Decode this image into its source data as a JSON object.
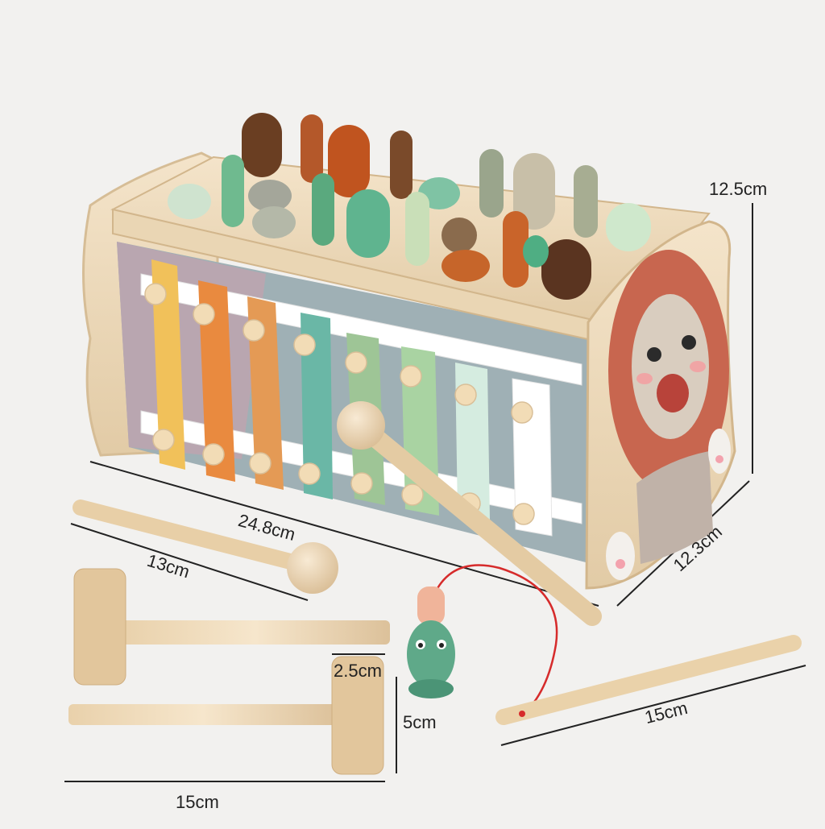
{
  "dimensions": {
    "height": "12.5cm",
    "length": "24.8cm",
    "depth": "12.3cm",
    "stick_mallet": "13cm",
    "hammer_head": "2.5cm",
    "fish_height": "5cm",
    "hammer_length": "15cm",
    "rod_length": "15cm"
  },
  "colors": {
    "background": "#f2f1ef",
    "wood": "#f1e0c4",
    "wood_dark": "#dcc49e",
    "lion_mane": "#c8664f",
    "string": "#d62b2b"
  },
  "icons": [
    "lion-panel",
    "xylophone-bars",
    "whack-a-mole-pegs",
    "caterpillar-pegs",
    "fishing-rod",
    "fish-toy",
    "wooden-hammer",
    "wooden-mallet"
  ]
}
